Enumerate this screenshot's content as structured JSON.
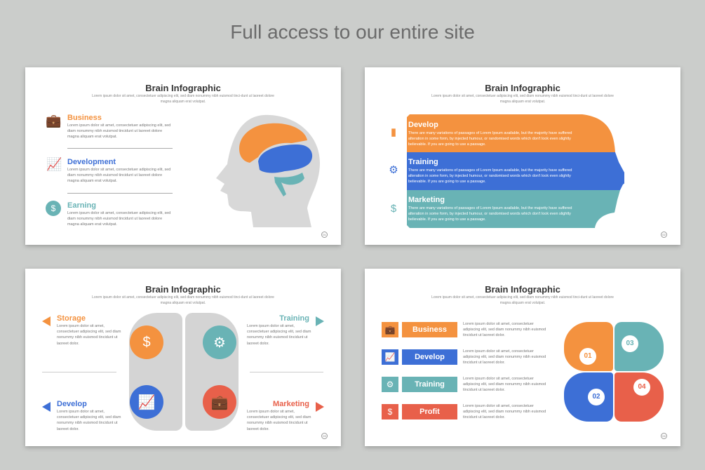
{
  "header": {
    "title": "Full access to our entire site"
  },
  "common": {
    "title": "Brain Infographic",
    "subtitle": "Lorem ipsum dolor sit amet, consectetuer adipiscing elit, sed diam nonummy nibh euismod tinci-dunt ut laoreet dolore magna aliquam erat volutpat.",
    "body3": "Lorem ipsum dolor sit amet, consectetuer adipiscing elit, sed diam nonummy nibh euismod tincidunt ut laoreet dolore magna aliquam erat volutpat.",
    "body_long": "There are many variations of passages of Lorem Ipsum available, but the majority have suffered alteration in some form, by injected humour, or randomised words which don't look even slightly believable. If you are going to use a passage.",
    "body_short": "Lorem ipsum dolor sit amet, consectetuer adipiscing elit, sed diam nonummy nibh euismod tincidunt ut laoreet dolor."
  },
  "colors": {
    "orange": "#f4923f",
    "blue": "#3d6fd6",
    "teal": "#69b3b5",
    "red": "#e8604a"
  },
  "slide1": {
    "page": "01",
    "items": [
      {
        "label": "Business",
        "icon": "briefcase-icon"
      },
      {
        "label": "Development",
        "icon": "chart-icon"
      },
      {
        "label": "Earning",
        "icon": "coins-icon"
      }
    ]
  },
  "slide2": {
    "page": "02",
    "items": [
      {
        "label": "Develop",
        "icon": "bar-chart-icon"
      },
      {
        "label": "Training",
        "icon": "gears-icon"
      },
      {
        "label": "Marketing",
        "icon": "coins-icon"
      }
    ]
  },
  "slide3": {
    "page": "03",
    "items": [
      {
        "label": "Storage"
      },
      {
        "label": "Training"
      },
      {
        "label": "Develop"
      },
      {
        "label": "Marketing"
      }
    ]
  },
  "slide4": {
    "page": "04",
    "items": [
      {
        "label": "Business"
      },
      {
        "label": "Develop"
      },
      {
        "label": "Training"
      },
      {
        "label": "Profit"
      }
    ],
    "pieces": [
      "01",
      "02",
      "03",
      "04"
    ]
  }
}
